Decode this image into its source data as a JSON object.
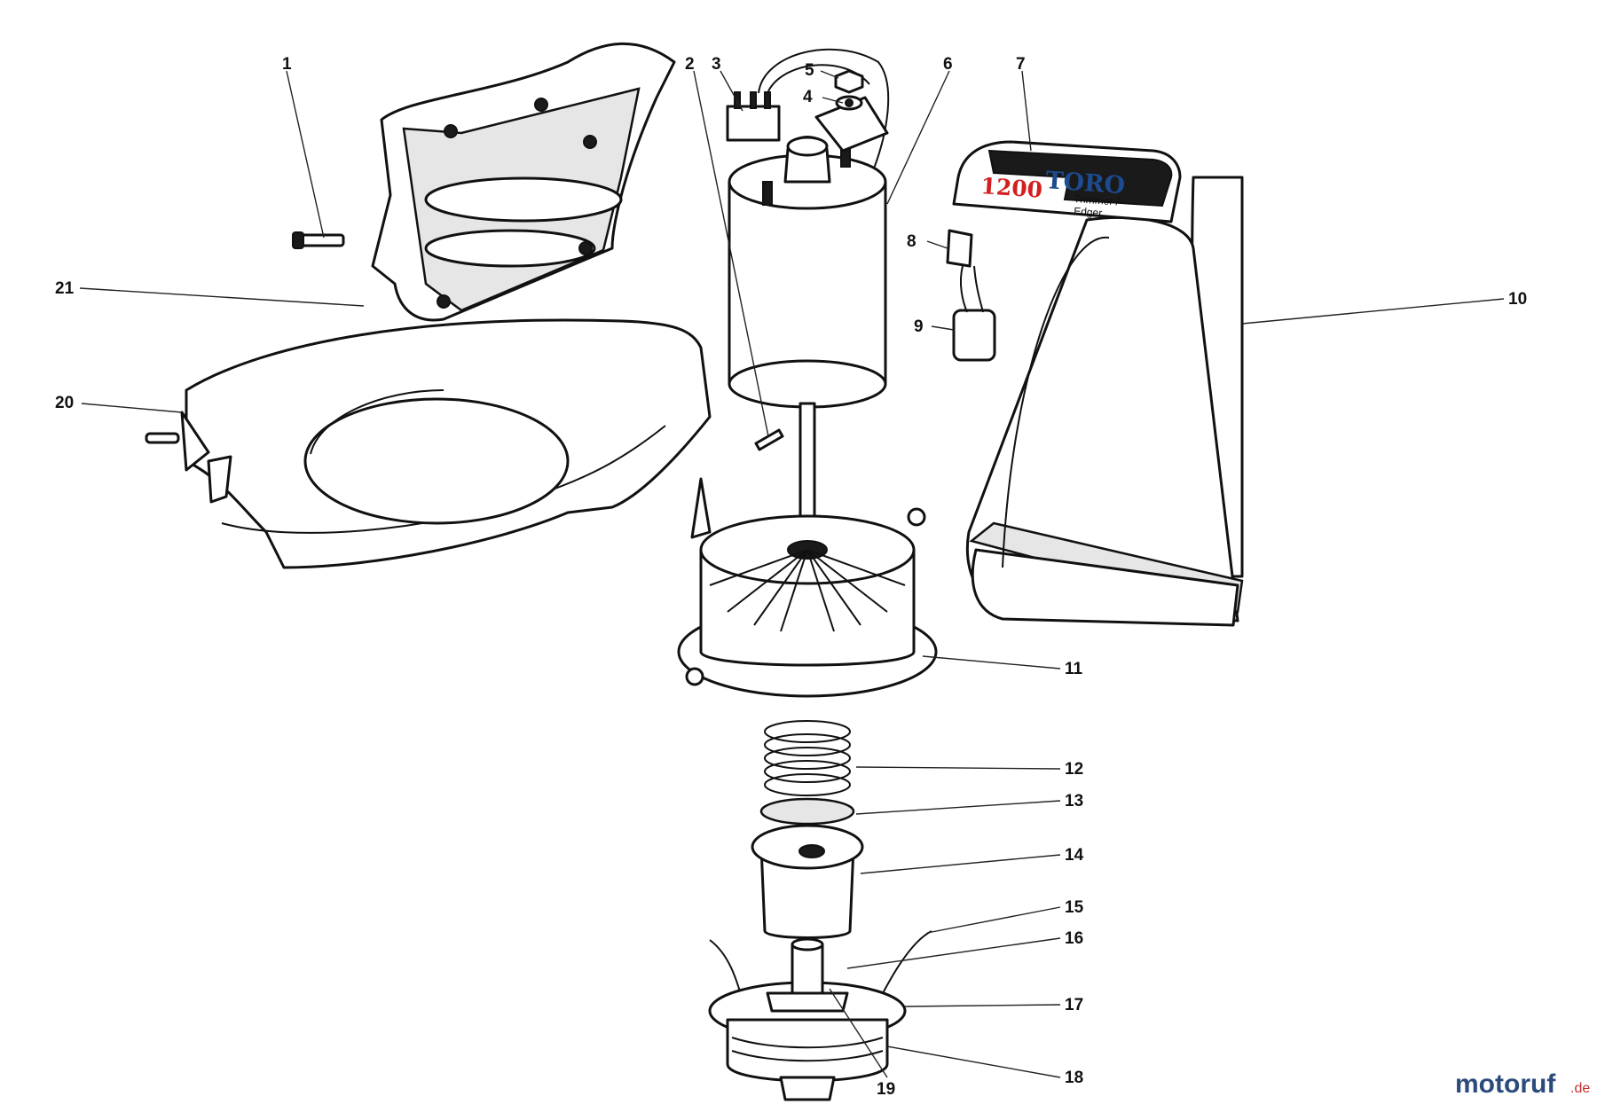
{
  "callouts": [
    {
      "id": "c1",
      "label": "1"
    },
    {
      "id": "c2",
      "label": "2"
    },
    {
      "id": "c3",
      "label": "3"
    },
    {
      "id": "c4",
      "label": "4"
    },
    {
      "id": "c5",
      "label": "5"
    },
    {
      "id": "c6",
      "label": "6"
    },
    {
      "id": "c7",
      "label": "7"
    },
    {
      "id": "c8",
      "label": "8"
    },
    {
      "id": "c9",
      "label": "9"
    },
    {
      "id": "c10",
      "label": "10"
    },
    {
      "id": "c11",
      "label": "11"
    },
    {
      "id": "c12",
      "label": "12"
    },
    {
      "id": "c13",
      "label": "13"
    },
    {
      "id": "c14",
      "label": "14"
    },
    {
      "id": "c15",
      "label": "15"
    },
    {
      "id": "c16",
      "label": "16"
    },
    {
      "id": "c17",
      "label": "17"
    },
    {
      "id": "c18",
      "label": "18"
    },
    {
      "id": "c19",
      "label": "19"
    },
    {
      "id": "c20",
      "label": "20"
    },
    {
      "id": "c21",
      "label": "21"
    }
  ],
  "decal": {
    "brand": "TORO",
    "model": "1200",
    "line1": "Trimmer /",
    "line2": "Edger"
  },
  "watermark": {
    "name": "motoruf",
    "suffix": ".de"
  },
  "colors": {
    "brand_blue": "#1d4b8f",
    "brand_red": "#d22020"
  }
}
